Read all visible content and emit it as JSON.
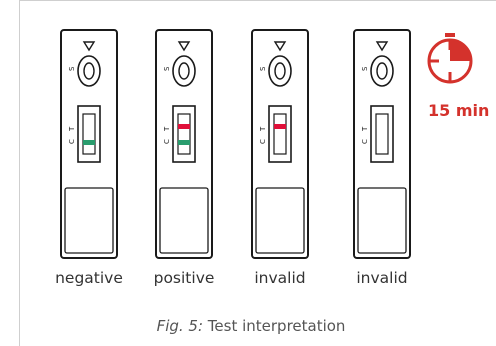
{
  "colors": {
    "outline": "#1a1a1a",
    "control_line": "#2a9d6e",
    "test_line": "#e0103a",
    "accent": "#d4322c"
  },
  "strips": [
    {
      "label": "negative",
      "control_line": true,
      "test_line": false
    },
    {
      "label": "positive",
      "control_line": true,
      "test_line": true
    },
    {
      "label": "invalid",
      "control_line": false,
      "test_line": true
    },
    {
      "label": "invalid",
      "control_line": false,
      "test_line": false
    }
  ],
  "strip_markings": {
    "sample": "S",
    "control": "C",
    "test": "T"
  },
  "timer": {
    "label": "15 min",
    "icon": "timer-icon"
  },
  "caption": {
    "fig": "Fig. 5:",
    "text": " Test interpretation"
  }
}
